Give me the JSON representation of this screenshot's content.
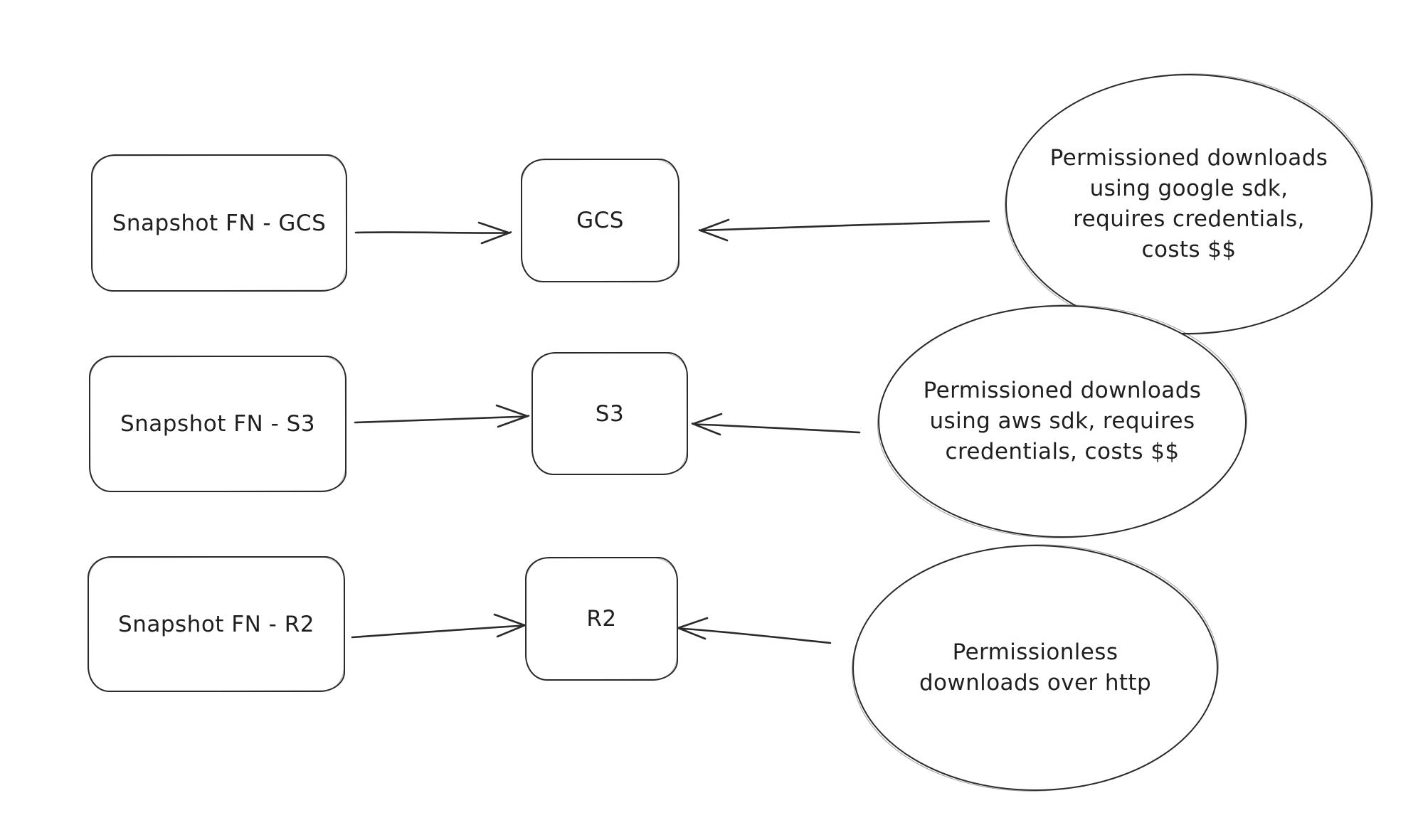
{
  "canvas": {
    "background": "#ffffff",
    "stroke_color": "#2b2b2b",
    "text_color": "#1f1f1f"
  },
  "diagram": {
    "rows": [
      {
        "source": {
          "label": "Snapshot FN - GCS"
        },
        "target": {
          "label": "GCS"
        },
        "note": {
          "lines": [
            "Permissioned downloads",
            "using google sdk,",
            "requires credentials,",
            "costs $$"
          ]
        }
      },
      {
        "source": {
          "label": "Snapshot FN - S3"
        },
        "target": {
          "label": "S3"
        },
        "note": {
          "lines": [
            "Permissioned downloads",
            "using aws sdk, requires",
            "credentials, costs $$"
          ]
        }
      },
      {
        "source": {
          "label": "Snapshot FN - R2"
        },
        "target": {
          "label": "R2"
        },
        "note": {
          "lines": [
            "Permissionless",
            "downloads over http"
          ]
        }
      }
    ]
  }
}
